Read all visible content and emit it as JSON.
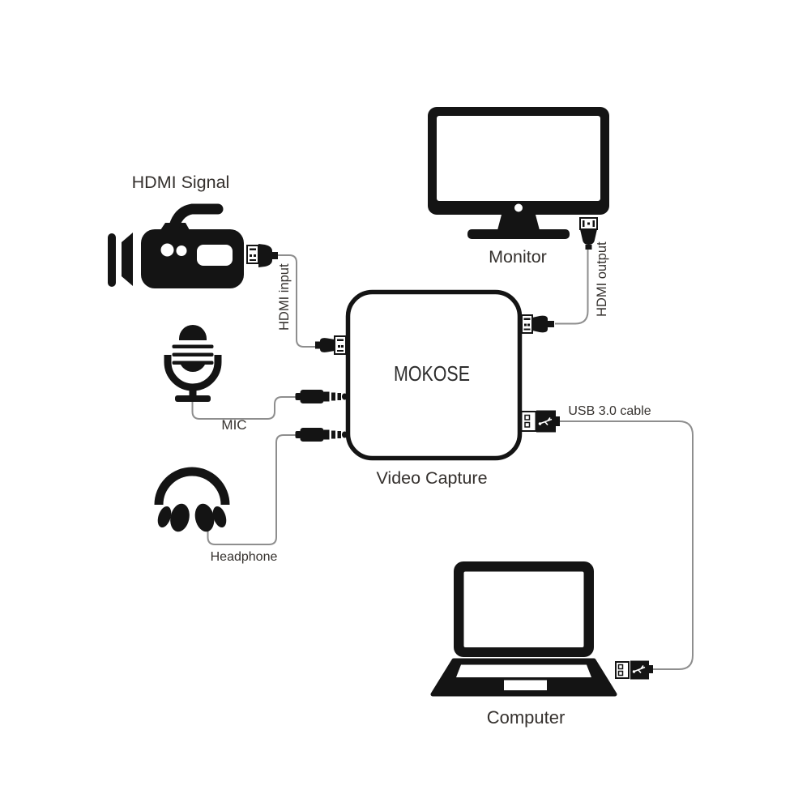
{
  "labels": {
    "hdmi_signal": "HDMI Signal",
    "monitor": "Monitor",
    "hdmi_input": "HDMI input",
    "hdmi_output": "HDMI output",
    "mic": "MIC",
    "headphone": "Headphone",
    "usb_cable": "USB 3.0 cable",
    "brand": "MOKOSE",
    "video_capture": "Video Capture",
    "computer": "Computer"
  },
  "icons": {
    "source": "video-camera-icon",
    "display": "monitor-icon",
    "audio_in": "microphone-icon",
    "audio_out": "headphones-icon",
    "pc": "laptop-icon",
    "video_connectors": "hdmi-plug-icon",
    "data_connector": "usb-plug-icon",
    "audio_connector": "audio-jack-plug-icon"
  },
  "colors": {
    "icon": "#141414",
    "text": "#35312e",
    "cable": "#8e8e8e",
    "background": "#ffffff"
  }
}
